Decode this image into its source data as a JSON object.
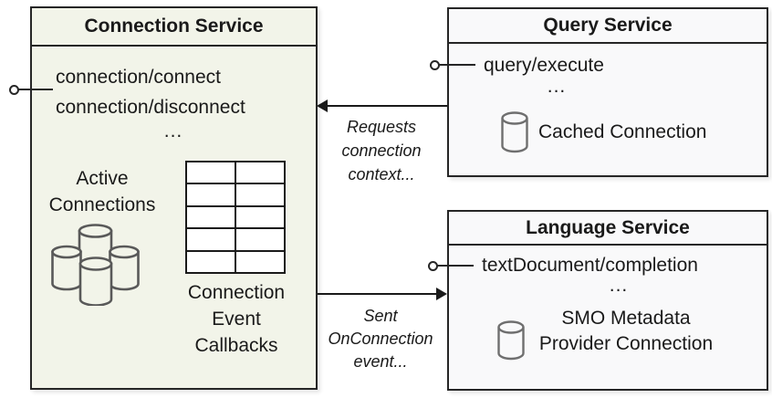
{
  "colors": {
    "connection_fill": "#f2f4e9",
    "service_fill": "#f9f9fa",
    "border": "#262626",
    "cluster_cylinder_stroke": "#595959",
    "icon_cylinder_stroke": "#6f6f6f",
    "text": "#1a1a1a"
  },
  "connection_service": {
    "title": "Connection Service",
    "methods": [
      "connection/connect",
      "connection/disconnect"
    ],
    "ellipsis": "...",
    "active_connections_lines": [
      "Active",
      "Connections"
    ],
    "callbacks_lines": [
      "Connection",
      "Event",
      "Callbacks"
    ],
    "table": {
      "rows": 5,
      "cols": 2
    }
  },
  "query_service": {
    "title": "Query Service",
    "method": "query/execute",
    "ellipsis": "...",
    "cache_label": "Cached Connection"
  },
  "language_service": {
    "title": "Language Service",
    "method": "textDocument/completion",
    "ellipsis": "...",
    "cache_label_lines": [
      "SMO Metadata",
      "Provider Connection"
    ]
  },
  "arrows": {
    "requests": {
      "label_lines": [
        "Requests",
        "connection",
        "context..."
      ]
    },
    "sent": {
      "label_lines": [
        "Sent",
        "OnConnection",
        "event..."
      ]
    }
  }
}
